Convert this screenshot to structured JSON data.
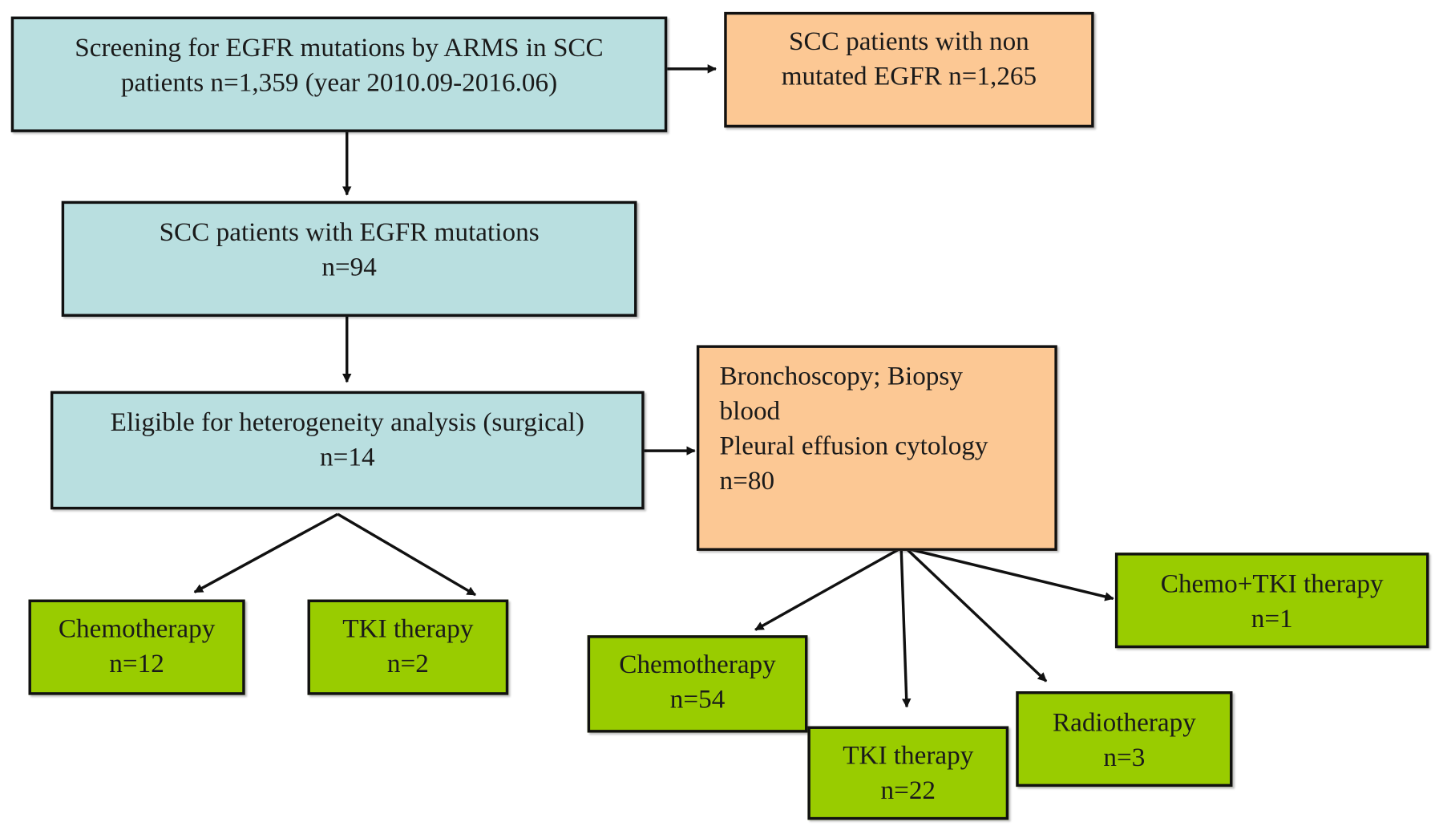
{
  "diagram": {
    "type": "flowchart",
    "nodes": {
      "screening": {
        "lines": [
          "Screening for EGFR mutations  by ARMS in SCC",
          "patients n=1,359  (year 2010.09-2016.06)"
        ],
        "color": "#b9dfe0"
      },
      "non_mutated": {
        "lines": [
          "SCC patients with non",
          "mutated  EGFR n=1,265"
        ],
        "color": "#fcc894"
      },
      "mutated": {
        "lines": [
          "SCC patients with EGFR mutations",
          "n=94"
        ],
        "color": "#b9dfe0"
      },
      "eligible": {
        "lines": [
          "Eligible for heterogeneity  analysis (surgical)",
          "n=14"
        ],
        "color": "#b9dfe0"
      },
      "other_samples": {
        "lines": [
          "Bronchoscopy; Biopsy",
          "blood",
          "Pleural effusion  cytology",
          "n=80"
        ],
        "color": "#fcc894"
      },
      "surg_chemo": {
        "lines": [
          "Chemotherapy",
          "n=12"
        ],
        "color": "#99cc00"
      },
      "surg_tki": {
        "lines": [
          "TKI  therapy",
          "n=2"
        ],
        "color": "#99cc00"
      },
      "oth_chemo": {
        "lines": [
          "Chemotherapy",
          "n=54"
        ],
        "color": "#99cc00"
      },
      "oth_tki": {
        "lines": [
          "TKI  therapy",
          "n=22"
        ],
        "color": "#99cc00"
      },
      "oth_radio": {
        "lines": [
          "Radiotherapy",
          "n=3"
        ],
        "color": "#99cc00"
      },
      "oth_chemo_tki": {
        "lines": [
          "Chemo+TKI  therapy",
          "n=1"
        ],
        "color": "#99cc00"
      }
    },
    "edges": [
      {
        "from": "screening",
        "to": "non_mutated"
      },
      {
        "from": "screening",
        "to": "mutated"
      },
      {
        "from": "mutated",
        "to": "eligible"
      },
      {
        "from": "eligible",
        "to": "other_samples"
      },
      {
        "from": "eligible",
        "to": "surg_chemo"
      },
      {
        "from": "eligible",
        "to": "surg_tki"
      },
      {
        "from": "other_samples",
        "to": "oth_chemo"
      },
      {
        "from": "other_samples",
        "to": "oth_tki"
      },
      {
        "from": "other_samples",
        "to": "oth_radio"
      },
      {
        "from": "other_samples",
        "to": "oth_chemo_tki"
      }
    ]
  }
}
